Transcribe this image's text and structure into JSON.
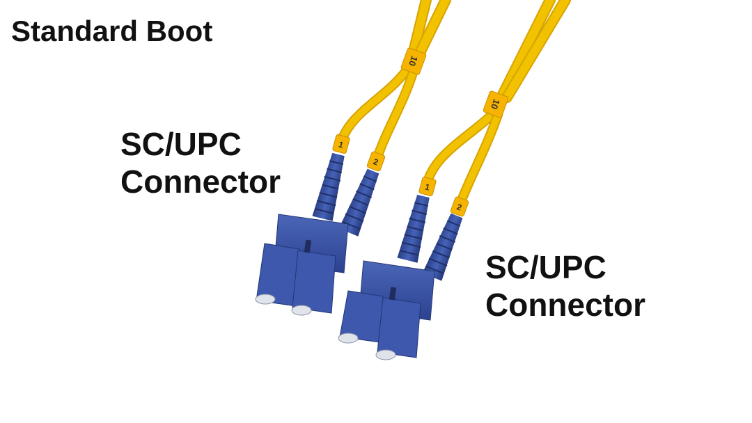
{
  "title": "Standard Boot",
  "labels": {
    "left": {
      "line1": "SC/UPC",
      "line2": "Connector"
    },
    "right": {
      "line1": "SC/UPC",
      "line2": "Connector"
    }
  },
  "markers": {
    "split": "10",
    "fiber1": "1",
    "fiber2": "2"
  },
  "colors": {
    "cable": "#f2c200",
    "cable_shadow": "#d7a300",
    "connector": "#3551a5",
    "connector_dark": "#273d82",
    "ferrule": "#dfe3ea"
  }
}
